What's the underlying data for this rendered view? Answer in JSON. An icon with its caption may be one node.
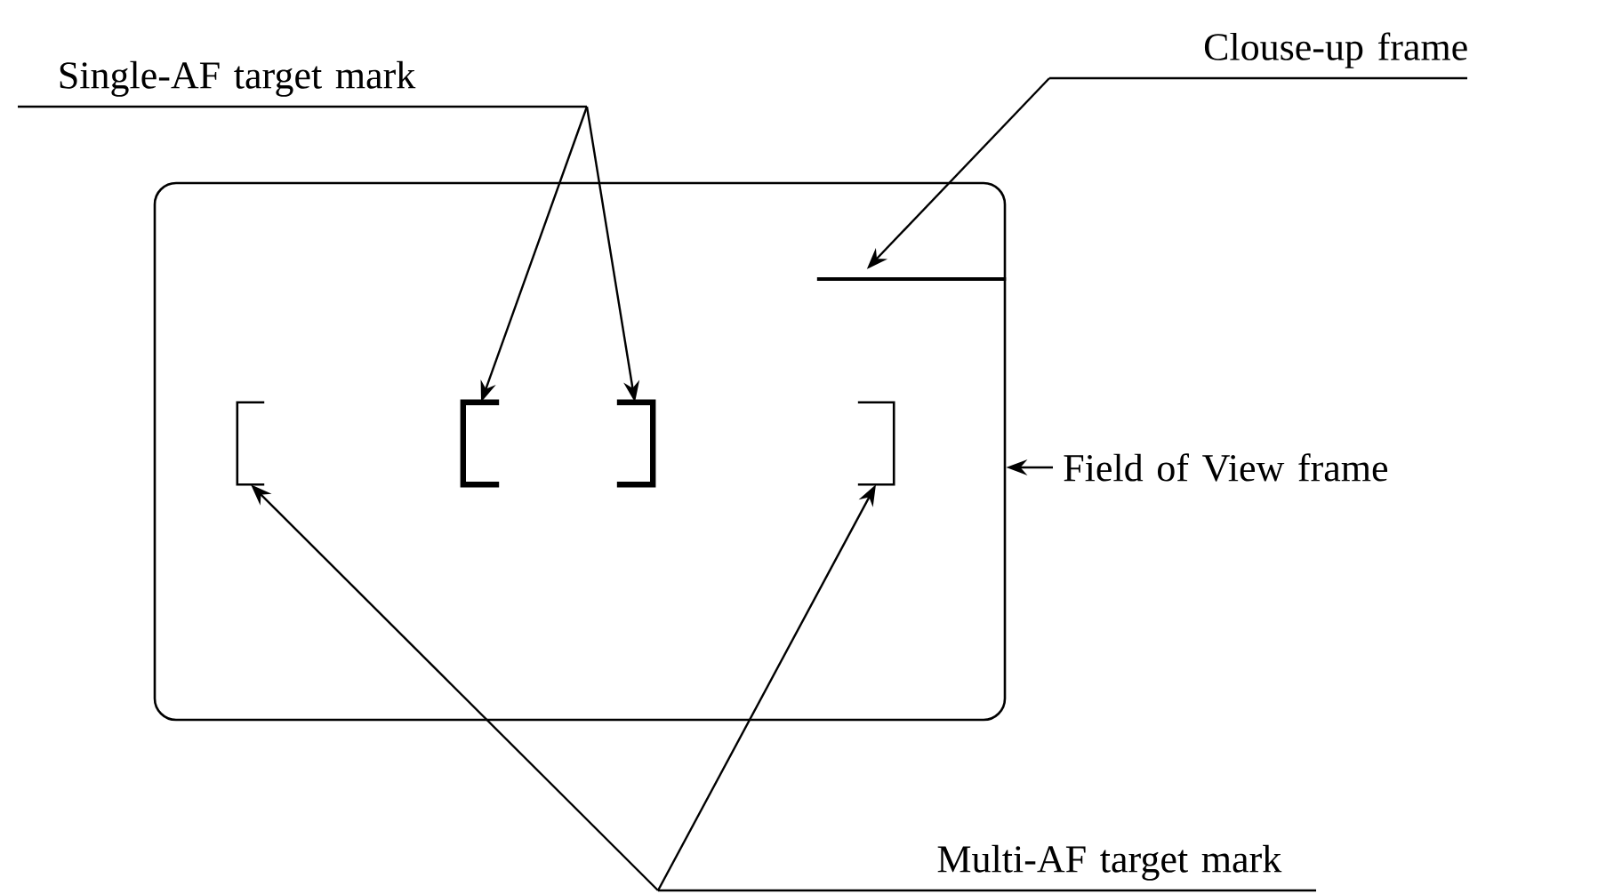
{
  "diagram": {
    "nodes": [
      {
        "text": [
          "Single-AF target mark"
        ]
      },
      {
        "text": [
          "Clouse-up frame"
        ]
      },
      {
        "text": [],
        "shape": "box"
      },
      {
        "text": [],
        "shape": "line",
        "in": 2
      },
      {
        "text": [],
        "shape": "bracket",
        "in": 2
      },
      {
        "text": [],
        "shape": "bracket",
        "in": 2
      },
      {
        "text": [],
        "shape": "bracket",
        "in": 2
      },
      {
        "text": [],
        "shape": "bracket",
        "in": 2
      },
      {
        "text": [
          "Field of View frame"
        ]
      },
      {
        "text": [
          "Multi-AF target mark"
        ]
      }
    ],
    "edges": [
      {
        "from": 0,
        "to": 5,
        "arrow": "to"
      },
      {
        "from": 0,
        "to": 6,
        "arrow": "to"
      },
      {
        "from": 1,
        "to": 3,
        "arrow": "to"
      },
      {
        "from": 8,
        "to": 2,
        "arrow": "to"
      },
      {
        "from": 9,
        "to": 4,
        "arrow": "to"
      },
      {
        "from": 9,
        "to": 7,
        "arrow": "to"
      }
    ]
  }
}
